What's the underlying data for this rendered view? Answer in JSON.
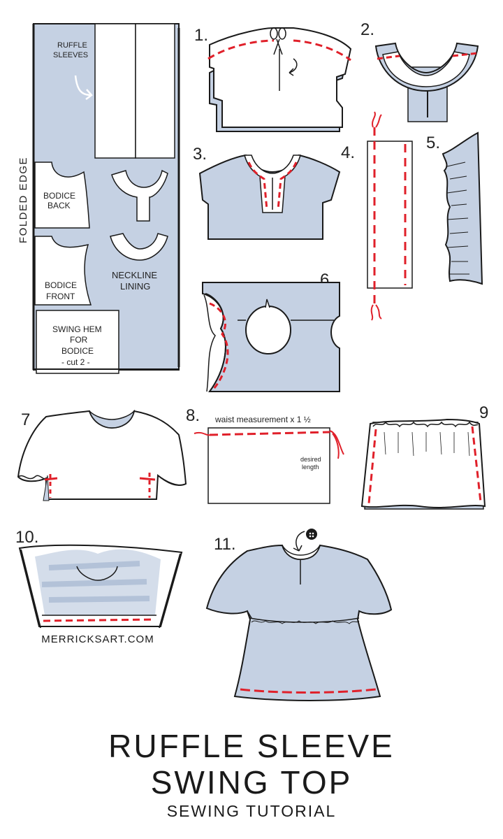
{
  "title_line1": "RUFFLE SLEEVE",
  "title_line2": "SWING TOP",
  "subtitle": "SEWING TUTORIAL",
  "website": "MERRICKSART.COM",
  "colors": {
    "fabric": "#c5d1e3",
    "stitch": "#e0202a",
    "ink": "#1a1a1a"
  },
  "layout_labels": {
    "folded_edge": "FOLDED EDGE",
    "ruffle_sleeves_1": "RUFFLE",
    "ruffle_sleeves_2": "SLEEVES",
    "bodice_back_1": "BODICE",
    "bodice_back_2": "BACK",
    "bodice_front_1": "BODICE",
    "bodice_front_2": "FRONT",
    "neckline_1": "NECKLINE",
    "neckline_2": "LINING",
    "swing_1": "SWING HEM",
    "swing_2": "FOR",
    "swing_3": "BODICE",
    "swing_4": "- cut 2 -"
  },
  "steps": {
    "s1": "1.",
    "s2": "2.",
    "s3": "3.",
    "s4": "4.",
    "s5": "5.",
    "s6": "6.",
    "s7": "7",
    "s8": "8.",
    "s9": "9",
    "s10": "10.",
    "s11": "11."
  },
  "step8": {
    "waist": "waist measurement x 1 ½",
    "desired_1": "desired",
    "desired_2": "length"
  }
}
